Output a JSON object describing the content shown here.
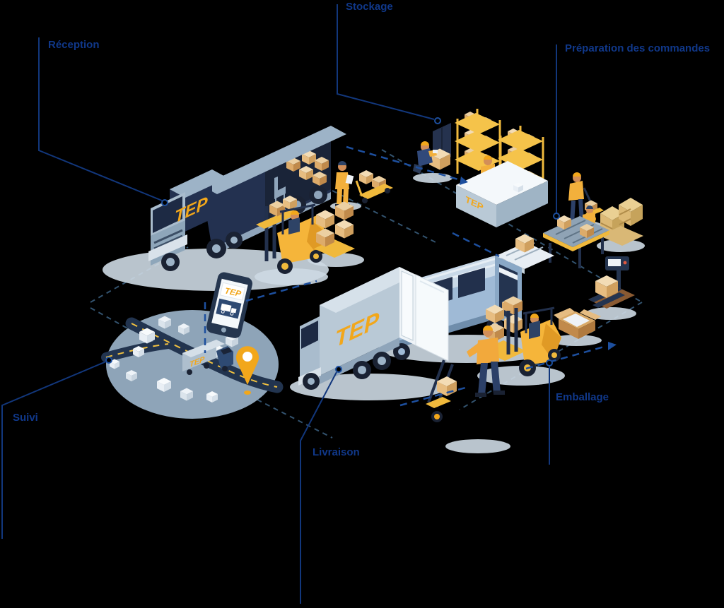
{
  "brand": {
    "name": "TEP",
    "color": "#F2A71B"
  },
  "labels": {
    "reception": "Réception",
    "stockage": "Stockage",
    "preparation": "Préparation des commandes",
    "emballage": "Emballage",
    "livraison": "Livraison",
    "suivi": "Suivi"
  },
  "colors": {
    "background": "#000000",
    "label_text": "#10388A",
    "callout_line": "#12377C",
    "flow_dash_bright": "#1D4F9E",
    "flow_dash_muted": "#33536F",
    "accent_orange": "#F2A71B",
    "machine_yellow": "#F5B53A",
    "truck_navy": "#233150",
    "vehicle_gray_blue": "#B9C9D6",
    "cardboard": "#DCAB6B",
    "map_base": "#8EA4B8",
    "road": "#22344F"
  },
  "scene": {
    "items": [
      "semi-truck-with-open-trailer",
      "forklift-loading-pallet",
      "stacked-cardboard-boxes",
      "worker-with-clipboard",
      "pallet-jack-with-boxes",
      "worker-scanning-box",
      "storage-racks-with-boxes",
      "reception-desk-with-computer",
      "worker-with-hand-truck",
      "wooden-crates-on-pallet",
      "conveyor-packing-station",
      "weighing-scale-with-box",
      "open-packing-box",
      "forklift-carrying-boxes",
      "delivery-box-truck-open-doors",
      "step-van",
      "delivery-worker-with-hand-truck",
      "city-map-oval-with-truck-and-pin",
      "tracking-smartphone"
    ]
  }
}
